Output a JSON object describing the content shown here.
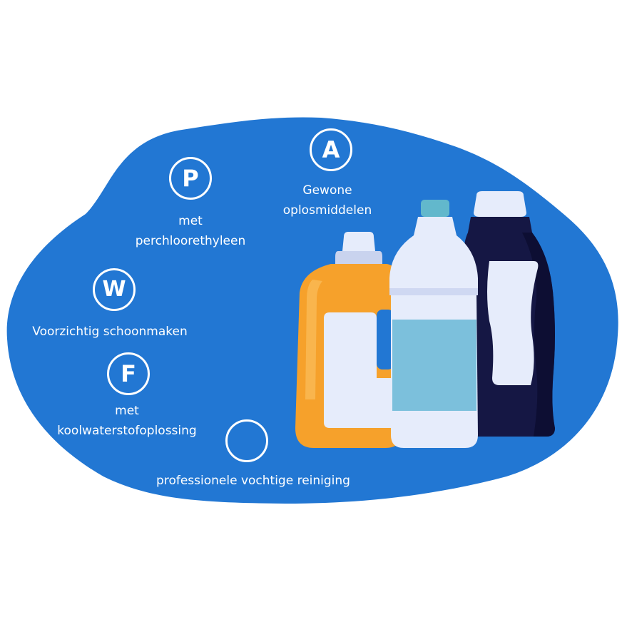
{
  "colors": {
    "background_blob": "#2277d3",
    "white": "#ffffff",
    "orange_bottle": "#f6a12b",
    "light_bottle": "#e6ecfb",
    "label_blue": "#7cc0dc",
    "dark_bottle": "#151744",
    "cap_teal": "#62b8cc"
  },
  "care_symbols": [
    {
      "letter": "P",
      "label_lines": [
        "met",
        "perchloorethyleen"
      ],
      "icon": "circle-letter-p-icon"
    },
    {
      "letter": "A",
      "label_lines": [
        "Gewone",
        "oplosmiddelen"
      ],
      "icon": "circle-letter-a-icon"
    },
    {
      "letter": "W",
      "label_lines": [
        "Voorzichtig schoonmaken"
      ],
      "icon": "circle-letter-w-icon"
    },
    {
      "letter": "F",
      "label_lines": [
        "met",
        "koolwaterstofoplossing"
      ],
      "icon": "circle-letter-f-icon"
    },
    {
      "letter": "",
      "label_lines": [
        "professionele vochtige reiniging"
      ],
      "icon": "empty-circle-icon"
    }
  ],
  "illustration": {
    "bottles": [
      "orange-detergent-bottle-icon",
      "white-bleach-bottle-icon",
      "dark-detergent-bottle-icon"
    ]
  }
}
